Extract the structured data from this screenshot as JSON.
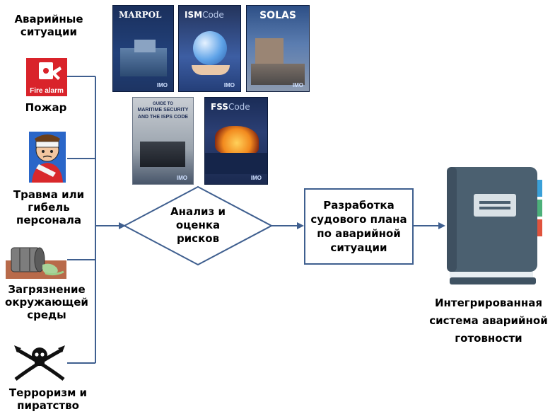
{
  "header": {
    "emergencies_title": "Аварийные\nситуации"
  },
  "emergencies": [
    {
      "label": "Пожар",
      "icon": "fire-alarm-icon",
      "icon_text": "Fire alarm"
    },
    {
      "label": "Травма или\nгибель\nперсонала",
      "icon": "injured-person-icon"
    },
    {
      "label": "Загрязнение\nокружающей\nсреды",
      "icon": "oil-spill-barrel-icon"
    },
    {
      "label": "Терроризм и\nпиратство",
      "icon": "skull-crossbones-icon"
    }
  ],
  "covers": {
    "marpol": {
      "title": "MARPOL",
      "publisher": "IMO"
    },
    "ism": {
      "title": "ISM",
      "title_suffix": "Code",
      "publisher": "IMO"
    },
    "solas": {
      "title": "SOLAS",
      "publisher": "IMO"
    },
    "isps": {
      "line1": "GUIDE TO",
      "line2": "MARITIME SECURITY",
      "line3": "AND THE ISPS CODE",
      "publisher": "IMO"
    },
    "fss": {
      "title": "FSS",
      "title_suffix": "Code",
      "publisher": "IMO"
    }
  },
  "process": {
    "analysis": "Анализ и\nоценка\nрисков",
    "plan": "Разработка\nсудового плана\nпо аварийной\nситуации",
    "result": "Интегрированная\nсистема аварийной\nготовности"
  },
  "colors": {
    "connector": "#3f5f8f",
    "book": "#4b6070",
    "tab_blue": "#3aa0d8",
    "tab_green": "#4cb07a",
    "tab_red": "#e0533d"
  }
}
